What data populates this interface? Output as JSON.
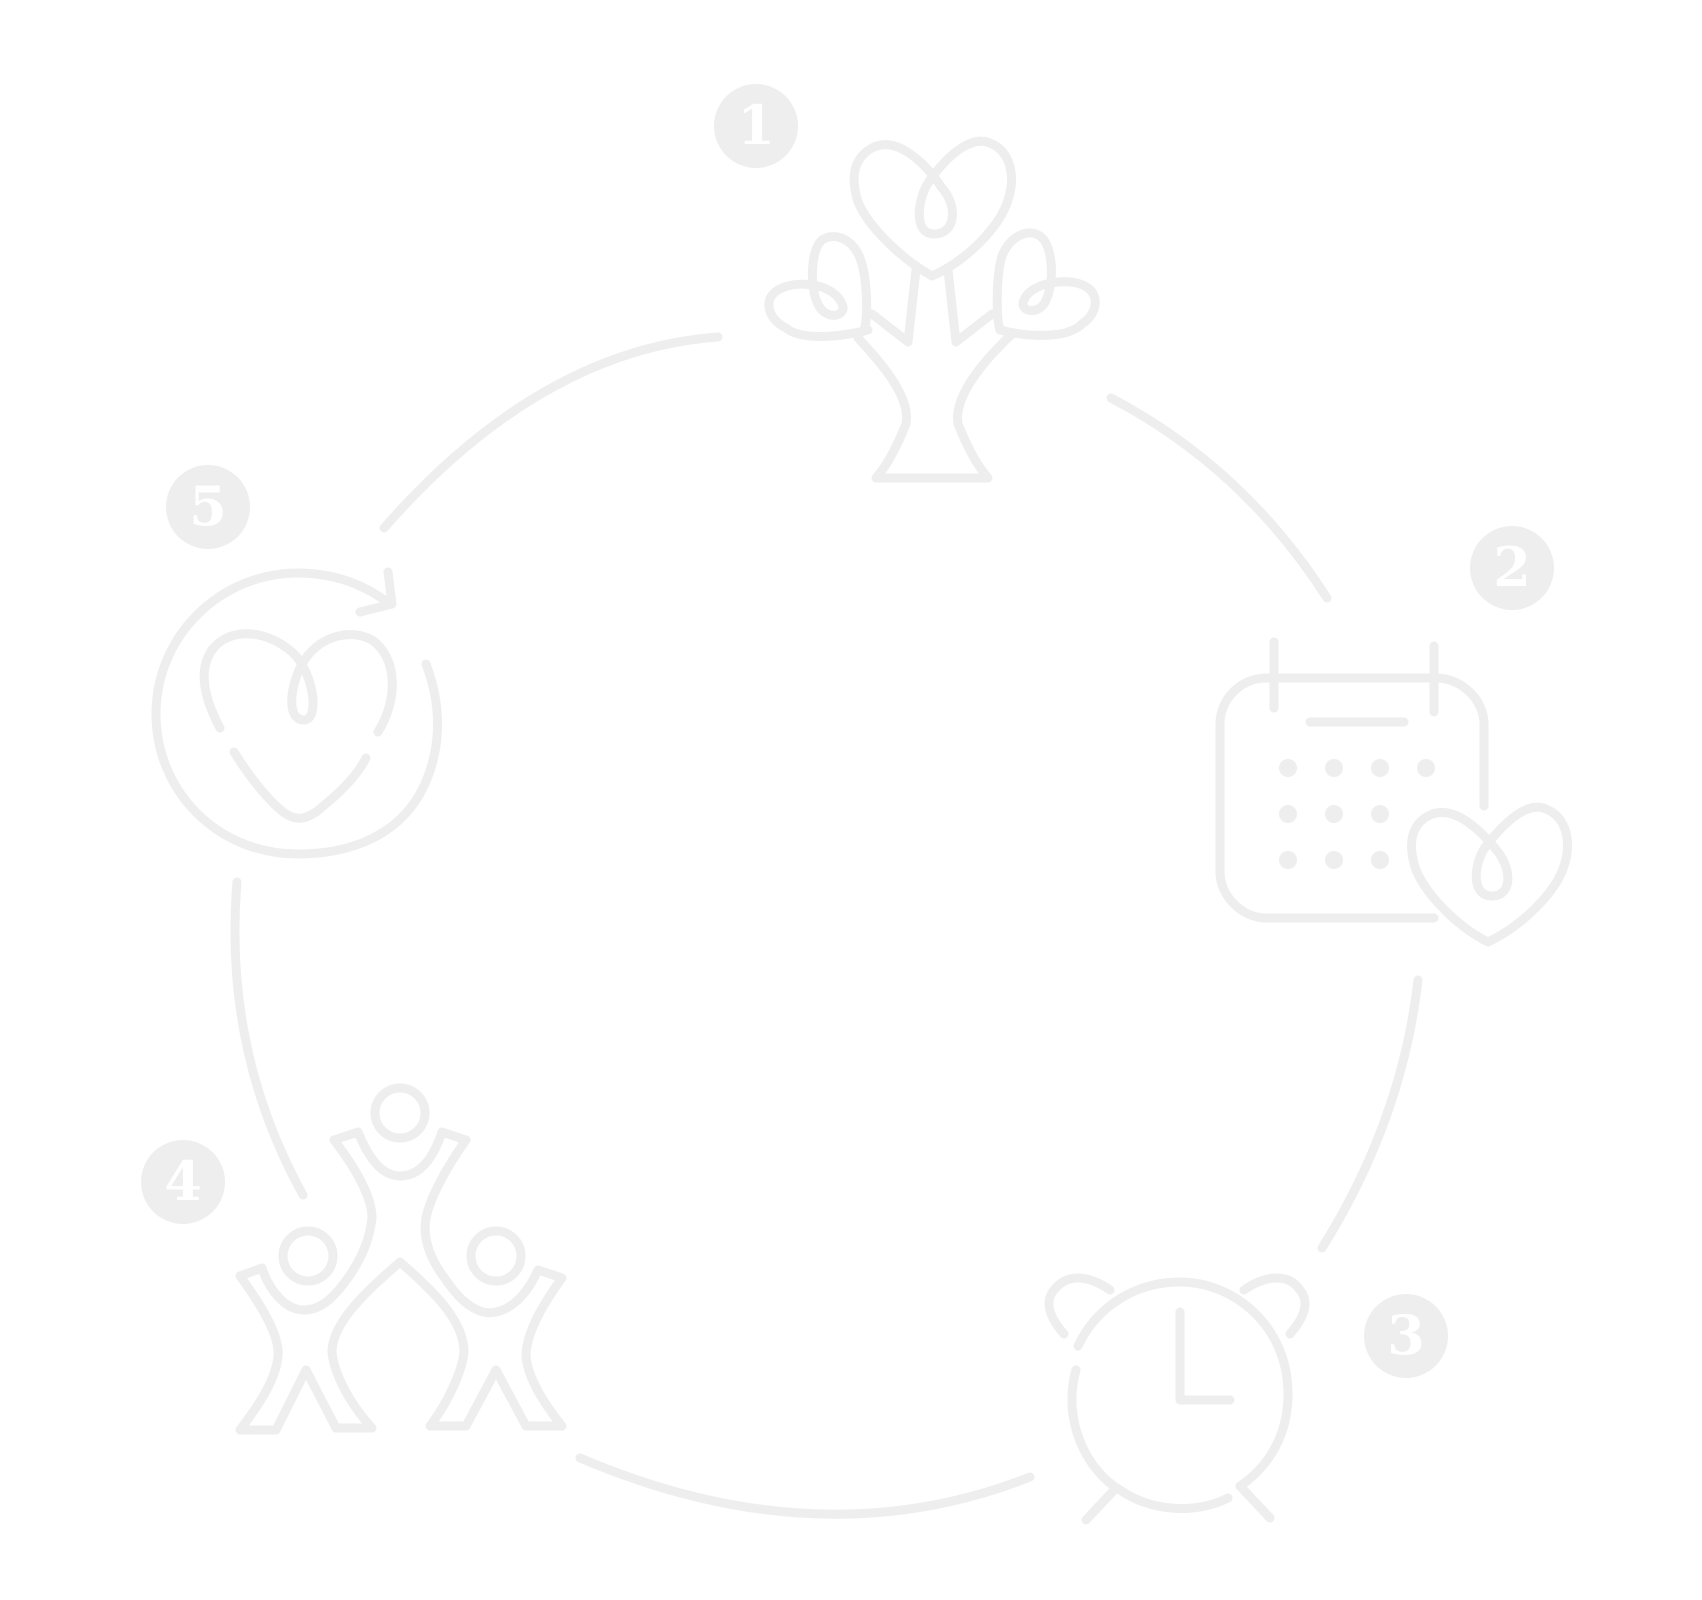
{
  "steps": [
    {
      "number": "1",
      "icon": "heart-tree-icon"
    },
    {
      "number": "2",
      "icon": "calendar-heart-icon"
    },
    {
      "number": "3",
      "icon": "alarm-clock-icon"
    },
    {
      "number": "4",
      "icon": "people-group-icon"
    },
    {
      "number": "5",
      "icon": "heart-cycle-icon"
    }
  ],
  "colors": {
    "line": "#eeeeee",
    "badge": "#eeeeee",
    "badge_text": "#ffffff",
    "background": "#ffffff"
  }
}
